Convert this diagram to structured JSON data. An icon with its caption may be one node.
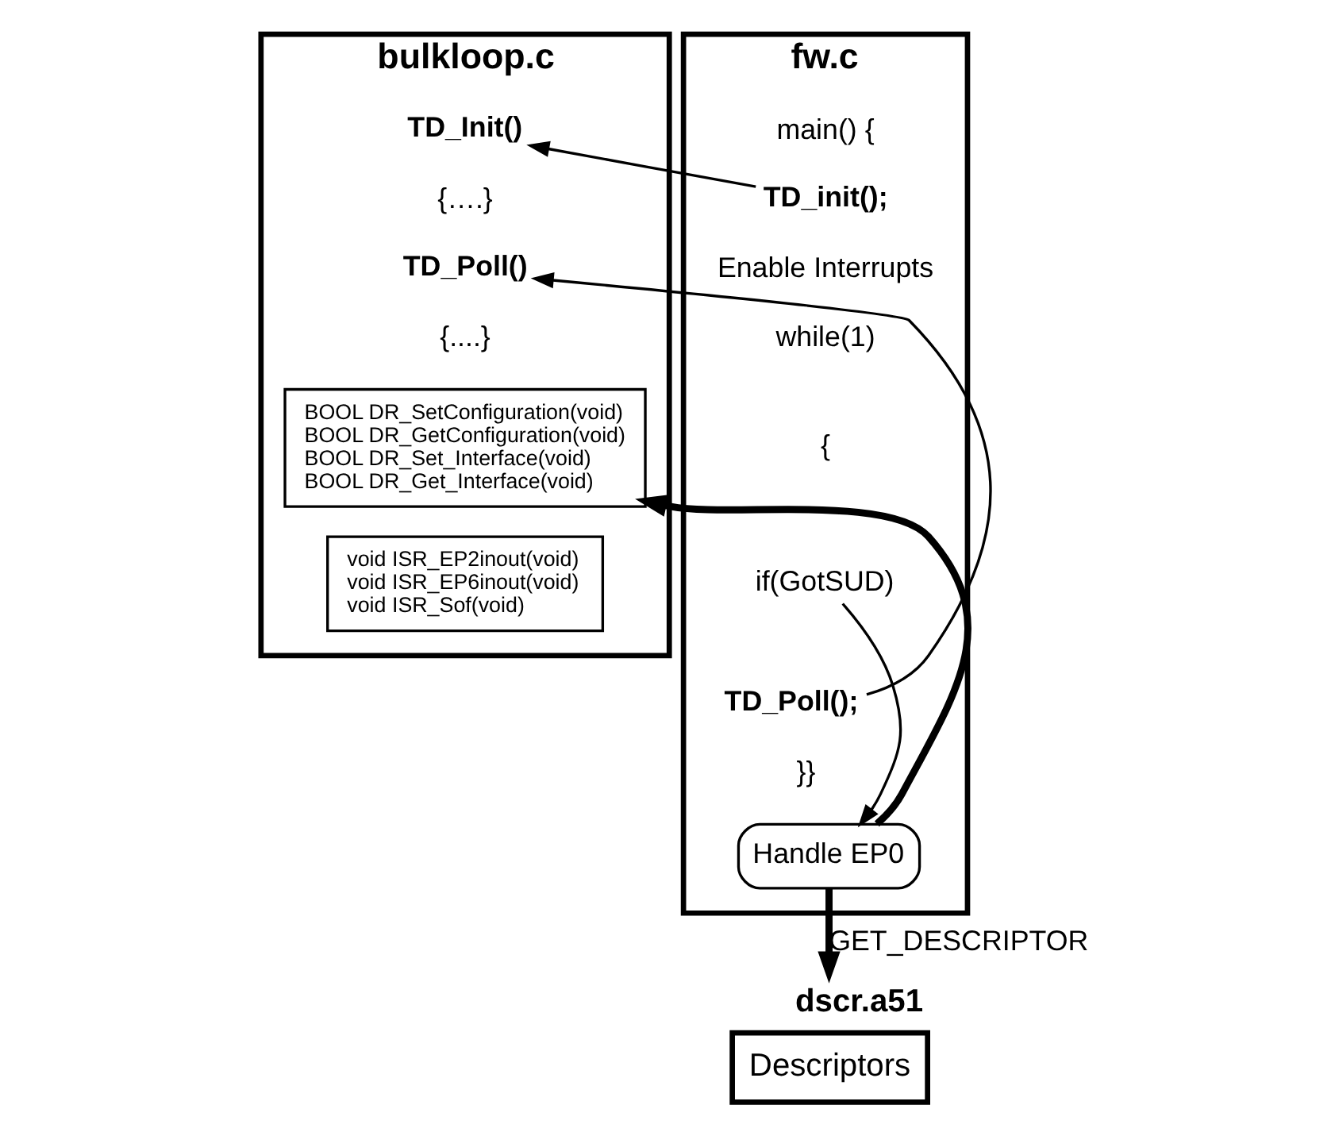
{
  "diagram": {
    "nodes": [
      {
        "text": [
          "fw.c"
        ]
      },
      {
        "text": [
          "TD_init();"
        ],
        "in": 0
      },
      {
        "text": [
          "if(GotSUD)"
        ],
        "in": 0
      },
      {
        "text": [
          "TD_Poll();"
        ],
        "in": 0
      },
      {
        "text": [
          "Handle EP0"
        ],
        "in": 0
      },
      {
        "text": [
          "bulkloop.c"
        ]
      },
      {
        "text": [
          "TD_Init()"
        ],
        "in": 5
      },
      {
        "text": [
          "TD_Poll()"
        ],
        "in": 5
      },
      {
        "text": [
          "BOOL DR_SetConfiguration(void)",
          "BOOL DR_GetConfiguration(void)",
          "BOOL DR_Set_Interface(void)",
          "BOOL DR_Get_Interface(void)"
        ],
        "in": 5
      },
      {
        "text": [
          "void ISR_EP2inout(void)",
          "void ISR_EP6inout(void)",
          "void ISR_Sof(void)"
        ],
        "in": 5
      },
      {
        "text": [
          "dscr.a51",
          "Descriptors"
        ]
      }
    ],
    "edges": [
      {
        "from": 1,
        "to": 6,
        "arrow": "to"
      },
      {
        "from": 3,
        "to": 7,
        "arrow": "to"
      },
      {
        "from": 2,
        "to": 4,
        "arrow": "to"
      },
      {
        "from": 4,
        "to": 8,
        "arrow": "to",
        "style": "thick"
      },
      {
        "from": 4,
        "to": 10,
        "arrow": "to",
        "style": "thick",
        "label": "GET_DESCRIPTOR"
      }
    ],
    "labels": [
      "main() {",
      "Enable Interrupts",
      "while(1)",
      "{",
      "}}",
      "{….}",
      "{....}"
    ]
  }
}
